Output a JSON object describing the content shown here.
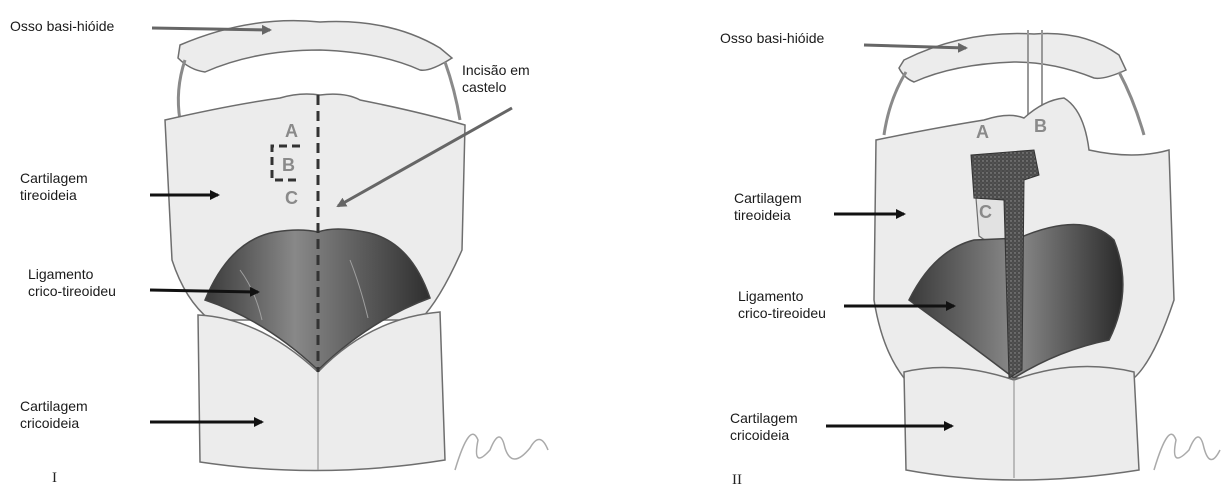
{
  "panels": [
    {
      "numeral": "I",
      "labels": {
        "hyoid": "Osso basi-hióide",
        "incision": "Incisão em\ncastelo",
        "thyroid": "Cartilagem\ntireoideia",
        "ligament": "Ligamento\ncrico-tireoideu",
        "cricoid": "Cartilagem\ncricoideia"
      },
      "segment_letters": [
        "A",
        "B",
        "C"
      ]
    },
    {
      "numeral": "II",
      "labels": {
        "hyoid": "Osso basi-hióide",
        "thyroid": "Cartilagem\ntireoideia",
        "ligament": "Ligamento\ncrico-tireoideu",
        "cricoid": "Cartilagem\ncricoideia"
      },
      "segment_letters": [
        "A",
        "B",
        "C"
      ]
    }
  ],
  "colors": {
    "cartilage_fill": "#ececec",
    "cartilage_stroke": "#6e6e6e",
    "ligament_fill": "#555555",
    "graft_fill": "#4a4a4a",
    "arrow": "#111111"
  }
}
